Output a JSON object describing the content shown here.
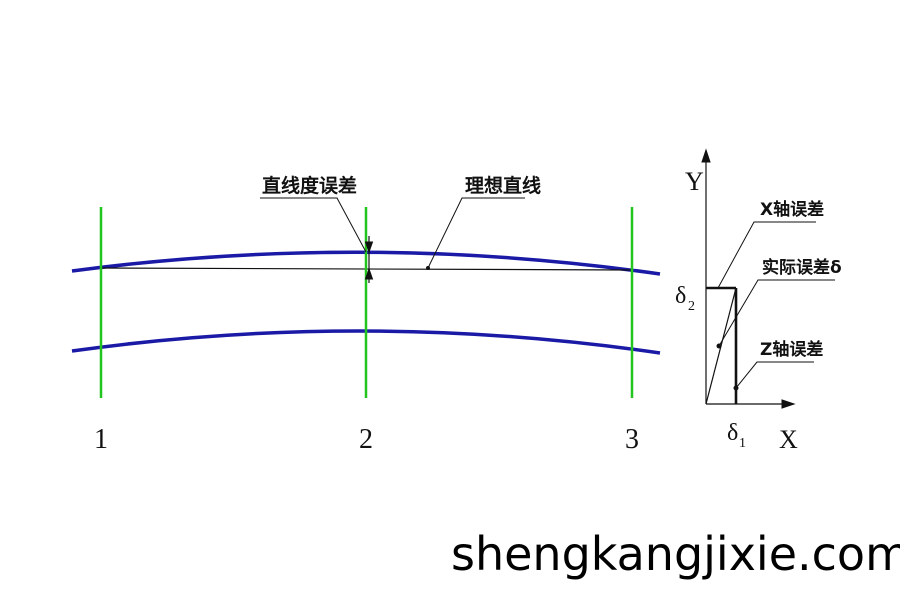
{
  "labels": {
    "straightness_error": "直线度误差",
    "ideal_line": "理想直线",
    "station_1": "1",
    "station_2": "2",
    "station_3": "3"
  },
  "axes": {
    "y": "Y",
    "x": "X",
    "delta": "δ",
    "delta_2_sub": "2",
    "delta_1_sub": "1"
  },
  "error_labels": {
    "x_axis_error": "X轴误差",
    "actual_error": "实际误差δ",
    "z_axis_error": "Z轴误差"
  },
  "watermark": "shengkangjixie.com",
  "colors": {
    "curve": "#1a1aa6",
    "station": "#22c41e",
    "ink": "#111111"
  }
}
